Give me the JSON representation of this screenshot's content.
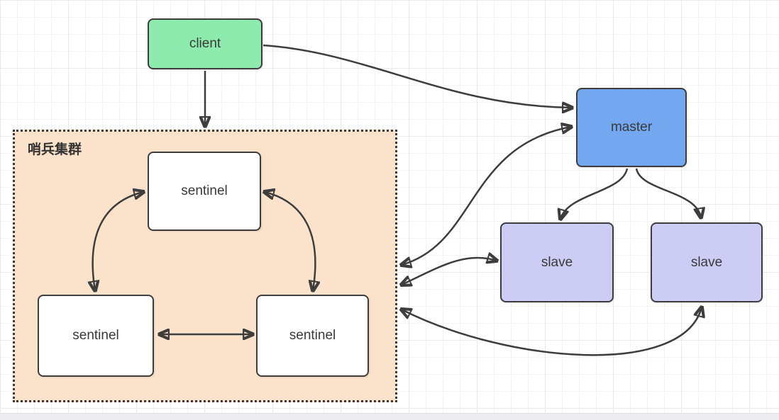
{
  "cluster": {
    "label": "哨兵集群",
    "fill": "#FBE3CB",
    "border_style": "dotted"
  },
  "nodes": {
    "client": {
      "label": "client",
      "fill": "#8CEBAD"
    },
    "master": {
      "label": "master",
      "fill": "#73A7F0"
    },
    "slave_left": {
      "label": "slave",
      "fill": "#CDCCF4"
    },
    "slave_right": {
      "label": "slave",
      "fill": "#CDCCF4"
    },
    "sentinel_top": {
      "label": "sentinel",
      "fill": "#FFFFFF"
    },
    "sentinel_bottom_left": {
      "label": "sentinel",
      "fill": "#FFFFFF"
    },
    "sentinel_bottom_right": {
      "label": "sentinel",
      "fill": "#FFFFFF"
    }
  },
  "edges": [
    {
      "from": "client",
      "to": "sentinel_cluster",
      "direction": "one-way"
    },
    {
      "from": "client",
      "to": "master",
      "direction": "one-way"
    },
    {
      "from": "sentinel_cluster",
      "to": "master",
      "direction": "two-way"
    },
    {
      "from": "sentinel_cluster",
      "to": "slave_left",
      "direction": "two-way"
    },
    {
      "from": "sentinel_cluster",
      "to": "slave_right",
      "direction": "two-way"
    },
    {
      "from": "master",
      "to": "slave_left",
      "direction": "one-way"
    },
    {
      "from": "master",
      "to": "slave_right",
      "direction": "one-way"
    },
    {
      "from": "sentinel_top",
      "to": "sentinel_bottom_left",
      "direction": "two-way"
    },
    {
      "from": "sentinel_top",
      "to": "sentinel_bottom_right",
      "direction": "two-way"
    },
    {
      "from": "sentinel_bottom_left",
      "to": "sentinel_bottom_right",
      "direction": "two-way"
    }
  ],
  "colors": {
    "line": "#3D3D3D",
    "text": "#3A3A3A",
    "grid_minor": "#F4F4F7",
    "grid_major": "#E9E9EE"
  }
}
